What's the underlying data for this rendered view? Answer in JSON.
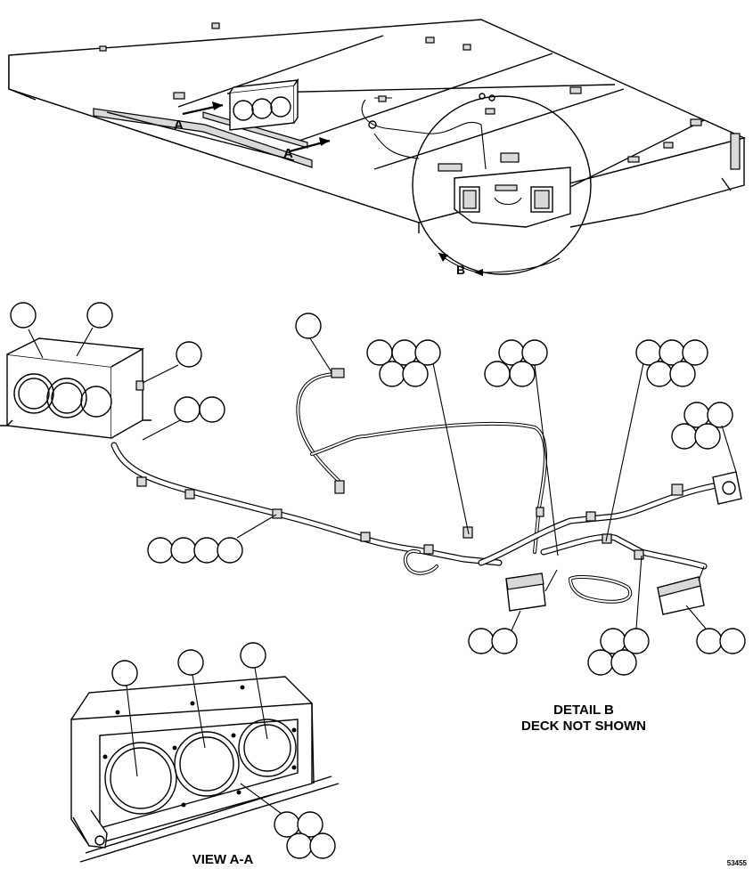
{
  "view_labels": {
    "section_a_left": "A",
    "section_a_right": "A",
    "detail_b_marker": "B",
    "detail_b_title": "DETAIL B",
    "detail_b_subtitle": "DECK NOT SHOWN",
    "view_aa_title": "VIEW A-A",
    "figure_number": "53455"
  }
}
